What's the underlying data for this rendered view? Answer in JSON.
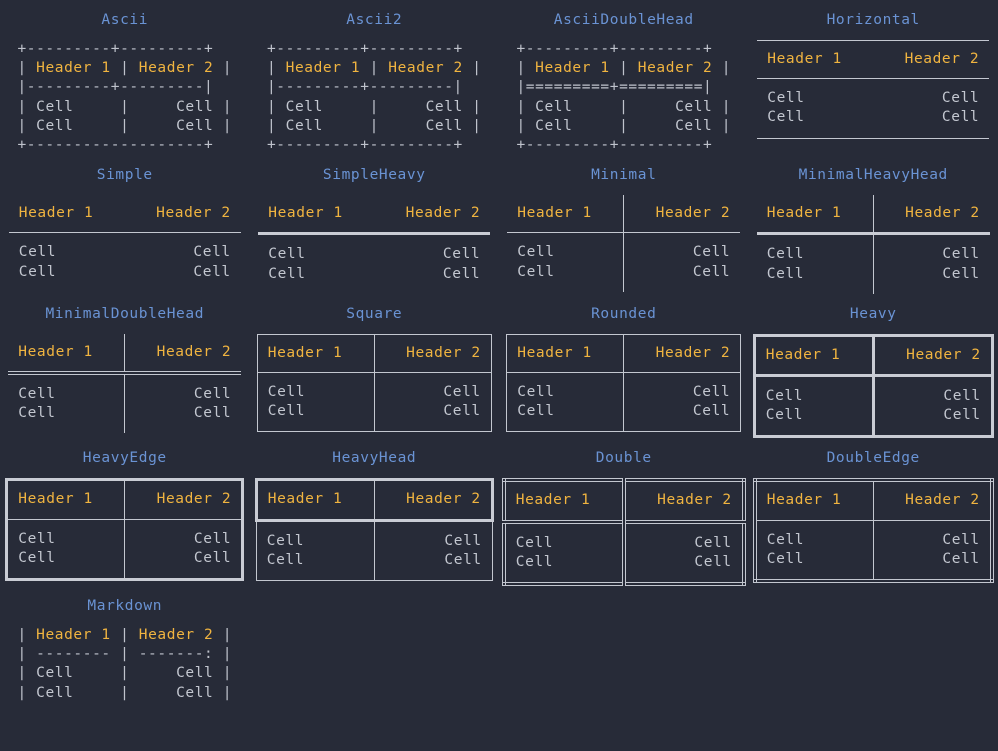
{
  "theme": {
    "background": "#272b38",
    "title_color": "#6a93d4",
    "header_color": "#f0b440",
    "cell_color": "#c3c7d0",
    "border_color": "#c3c7d0",
    "heavy_border_color": "#c9ccd4"
  },
  "common": {
    "header1": "Header 1",
    "header2": "Header 2",
    "cell": "Cell"
  },
  "tables": [
    {
      "id": "ascii",
      "title": "Ascii",
      "render": "ascii",
      "lines": [
        {
          "text": "+---------+---------+",
          "kind": "brd"
        },
        {
          "segments": [
            {
              "text": "| ",
              "kind": "brd"
            },
            {
              "text": "Header 1",
              "kind": "hdr"
            },
            {
              "text": " | ",
              "kind": "brd"
            },
            {
              "text": "Header 2",
              "kind": "hdr"
            },
            {
              "text": " |",
              "kind": "brd"
            }
          ]
        },
        {
          "text": "|---------+---------|",
          "kind": "brd"
        },
        {
          "segments": [
            {
              "text": "| ",
              "kind": "brd"
            },
            {
              "text": "Cell    ",
              "kind": "cel"
            },
            {
              "text": " | ",
              "kind": "brd"
            },
            {
              "text": "    Cell",
              "kind": "cel"
            },
            {
              "text": " |",
              "kind": "brd"
            }
          ]
        },
        {
          "segments": [
            {
              "text": "| ",
              "kind": "brd"
            },
            {
              "text": "Cell    ",
              "kind": "cel"
            },
            {
              "text": " | ",
              "kind": "brd"
            },
            {
              "text": "    Cell",
              "kind": "cel"
            },
            {
              "text": " |",
              "kind": "brd"
            }
          ]
        },
        {
          "text": "+-------------------+",
          "kind": "brd"
        }
      ]
    },
    {
      "id": "ascii2",
      "title": "Ascii2",
      "render": "ascii",
      "lines": [
        {
          "text": "+---------+---------+",
          "kind": "brd"
        },
        {
          "segments": [
            {
              "text": "| ",
              "kind": "brd"
            },
            {
              "text": "Header 1",
              "kind": "hdr"
            },
            {
              "text": " | ",
              "kind": "brd"
            },
            {
              "text": "Header 2",
              "kind": "hdr"
            },
            {
              "text": " |",
              "kind": "brd"
            }
          ]
        },
        {
          "text": "|---------+---------|",
          "kind": "brd"
        },
        {
          "segments": [
            {
              "text": "| ",
              "kind": "brd"
            },
            {
              "text": "Cell    ",
              "kind": "cel"
            },
            {
              "text": " | ",
              "kind": "brd"
            },
            {
              "text": "    Cell",
              "kind": "cel"
            },
            {
              "text": " |",
              "kind": "brd"
            }
          ]
        },
        {
          "segments": [
            {
              "text": "| ",
              "kind": "brd"
            },
            {
              "text": "Cell    ",
              "kind": "cel"
            },
            {
              "text": " | ",
              "kind": "brd"
            },
            {
              "text": "    Cell",
              "kind": "cel"
            },
            {
              "text": " |",
              "kind": "brd"
            }
          ]
        },
        {
          "text": "+---------+---------+",
          "kind": "brd"
        }
      ]
    },
    {
      "id": "ascii-double-head",
      "title": "AsciiDoubleHead",
      "render": "ascii",
      "lines": [
        {
          "text": "+---------+---------+",
          "kind": "brd"
        },
        {
          "segments": [
            {
              "text": "| ",
              "kind": "brd"
            },
            {
              "text": "Header 1",
              "kind": "hdr"
            },
            {
              "text": " | ",
              "kind": "brd"
            },
            {
              "text": "Header 2",
              "kind": "hdr"
            },
            {
              "text": " |",
              "kind": "brd"
            }
          ]
        },
        {
          "text": "|=========+=========|",
          "kind": "brd"
        },
        {
          "segments": [
            {
              "text": "| ",
              "kind": "brd"
            },
            {
              "text": "Cell    ",
              "kind": "cel"
            },
            {
              "text": " | ",
              "kind": "brd"
            },
            {
              "text": "    Cell",
              "kind": "cel"
            },
            {
              "text": " |",
              "kind": "brd"
            }
          ]
        },
        {
          "segments": [
            {
              "text": "| ",
              "kind": "brd"
            },
            {
              "text": "Cell    ",
              "kind": "cel"
            },
            {
              "text": " | ",
              "kind": "brd"
            },
            {
              "text": "    Cell",
              "kind": "cel"
            },
            {
              "text": " |",
              "kind": "brd"
            }
          ]
        },
        {
          "text": "+---------+---------+",
          "kind": "brd"
        }
      ]
    },
    {
      "id": "horizontal",
      "title": "Horizontal",
      "render": "box",
      "style_class": "st-horizontal"
    },
    {
      "id": "simple",
      "title": "Simple",
      "render": "box",
      "style_class": "st-simple"
    },
    {
      "id": "simple-heavy",
      "title": "SimpleHeavy",
      "render": "box",
      "style_class": "st-simpleheavy"
    },
    {
      "id": "minimal",
      "title": "Minimal",
      "render": "box",
      "style_class": "st-minimal"
    },
    {
      "id": "minimal-heavy-head",
      "title": "MinimalHeavyHead",
      "render": "box",
      "style_class": "st-minimalheavyhead"
    },
    {
      "id": "minimal-double-head",
      "title": "MinimalDoubleHead",
      "render": "box",
      "style_class": "st-minimaldoublehead"
    },
    {
      "id": "square",
      "title": "Square",
      "render": "box",
      "style_class": "st-square"
    },
    {
      "id": "rounded",
      "title": "Rounded",
      "render": "box",
      "style_class": "st-rounded"
    },
    {
      "id": "heavy",
      "title": "Heavy",
      "render": "box",
      "style_class": "st-heavy"
    },
    {
      "id": "heavy-edge",
      "title": "HeavyEdge",
      "render": "box",
      "style_class": "st-heavyedge"
    },
    {
      "id": "heavy-head",
      "title": "HeavyHead",
      "render": "box",
      "style_class": "st-heavyhead"
    },
    {
      "id": "double",
      "title": "Double",
      "render": "box",
      "style_class": "st-double"
    },
    {
      "id": "double-edge",
      "title": "DoubleEdge",
      "render": "box",
      "style_class": "st-doubleedge"
    },
    {
      "id": "markdown",
      "title": "Markdown",
      "render": "ascii",
      "lines": [
        {
          "segments": [
            {
              "text": "| ",
              "kind": "brd"
            },
            {
              "text": "Header 1",
              "kind": "hdr"
            },
            {
              "text": " | ",
              "kind": "brd"
            },
            {
              "text": "Header 2",
              "kind": "hdr"
            },
            {
              "text": " |",
              "kind": "brd"
            }
          ]
        },
        {
          "text": "| -------- | -------: |",
          "kind": "brd"
        },
        {
          "segments": [
            {
              "text": "| ",
              "kind": "brd"
            },
            {
              "text": "Cell    ",
              "kind": "cel"
            },
            {
              "text": " | ",
              "kind": "brd"
            },
            {
              "text": "    Cell",
              "kind": "cel"
            },
            {
              "text": " |",
              "kind": "brd"
            }
          ]
        },
        {
          "segments": [
            {
              "text": "| ",
              "kind": "brd"
            },
            {
              "text": "Cell    ",
              "kind": "cel"
            },
            {
              "text": " | ",
              "kind": "brd"
            },
            {
              "text": "    Cell",
              "kind": "cel"
            },
            {
              "text": " |",
              "kind": "brd"
            }
          ]
        }
      ]
    }
  ]
}
